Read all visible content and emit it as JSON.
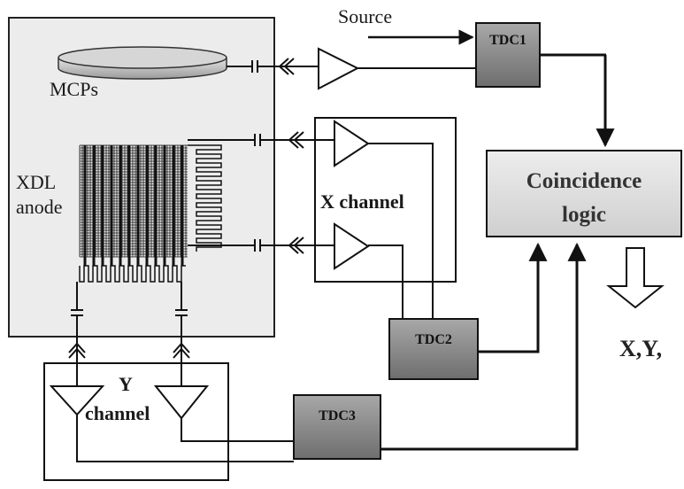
{
  "labels": {
    "source": "Source",
    "mcps": "MCPs",
    "xdl_line1": "XDL",
    "xdl_line2": "anode",
    "x_channel": "X channel",
    "y_line1": "Y",
    "y_line2": "channel",
    "tdc1": "TDC1",
    "tdc2": "TDC2",
    "tdc3": "TDC3",
    "coincidence_line1": "Coincidence",
    "coincidence_line2": "logic",
    "output": "X,Y,"
  },
  "colors": {
    "detector_box_fill": "#ececec",
    "tdc_fill": "#8c8c8c",
    "coincidence_fill": "#dcdcdc",
    "line": "#111111"
  }
}
